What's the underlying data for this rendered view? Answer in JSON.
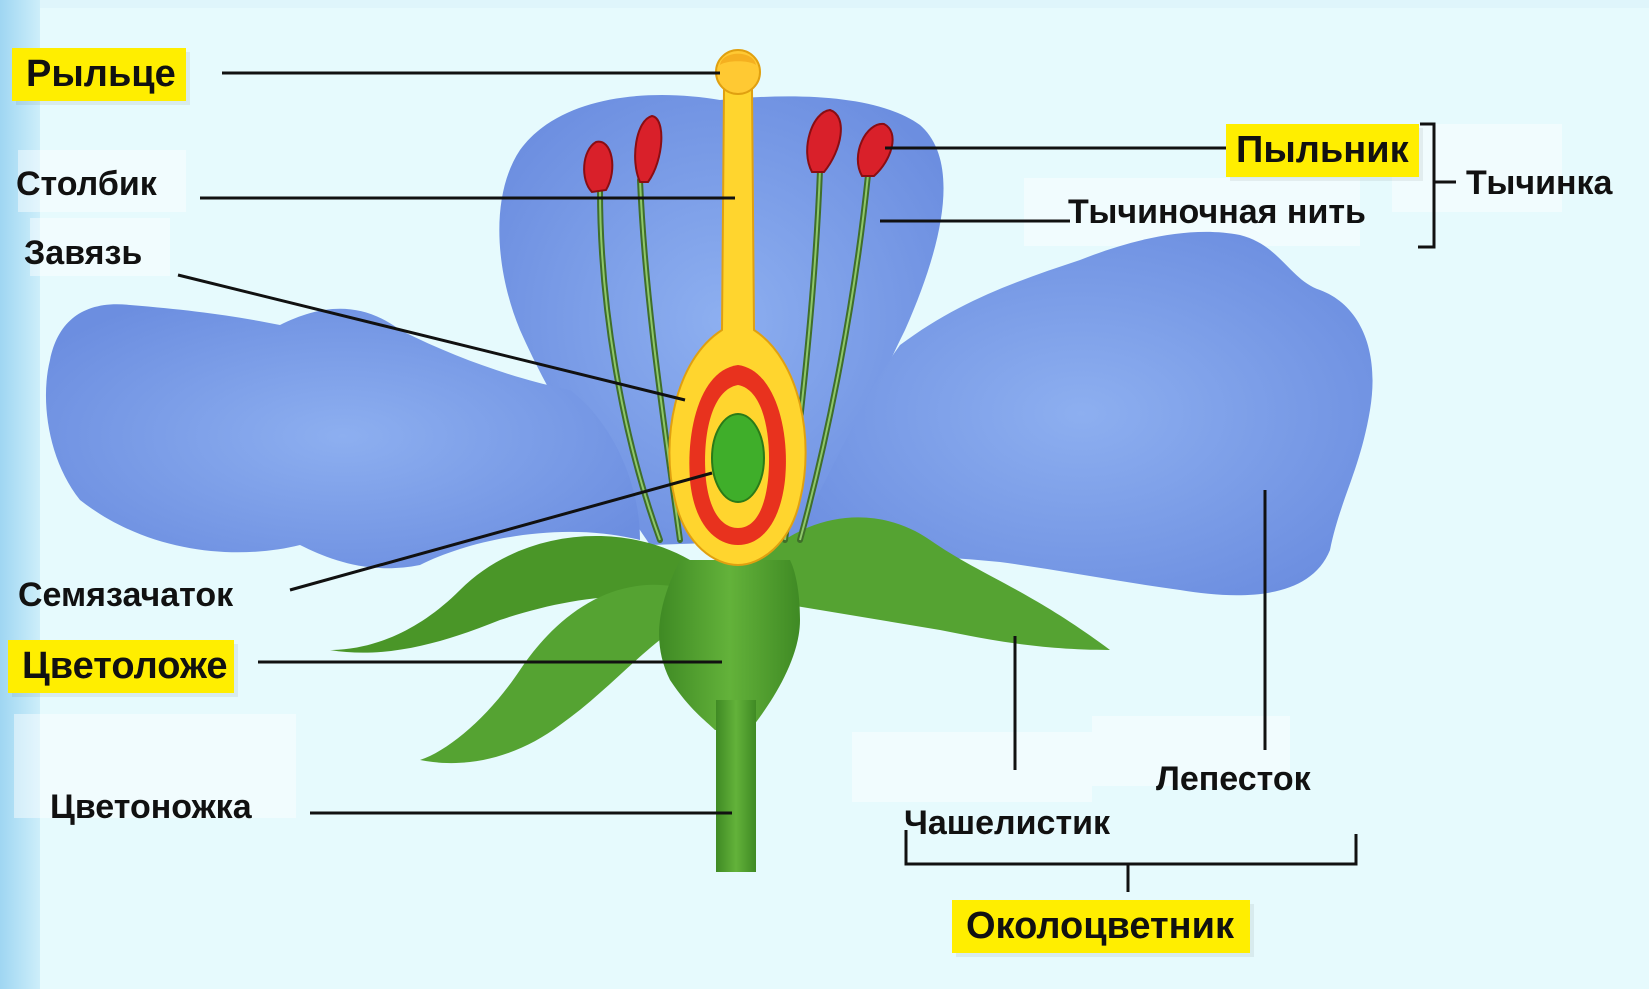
{
  "labels": {
    "stigma": "Рыльце",
    "style": "Столбик",
    "ovary": "Завязь",
    "ovule": "Семязачаток",
    "receptacle": "Цветоложе",
    "pedicel": "Цветоножка",
    "anther": "Пыльник",
    "filament": "Тычиночная нить",
    "stamen": "Тычинка",
    "petal": "Лепесток",
    "sepal": "Чашелистик",
    "perianth": "Околоцветник"
  },
  "colors": {
    "highlight": "#ffee00",
    "petal": "#7c9be8",
    "pistil": "#ffd52e",
    "ovary_wall": "#e8321e",
    "ovule": "#3fae2a",
    "sepal": "#4f9e2c",
    "stamen_filament": "#3f6f2a",
    "anther": "#d9202a",
    "background": "#e6fafd"
  }
}
